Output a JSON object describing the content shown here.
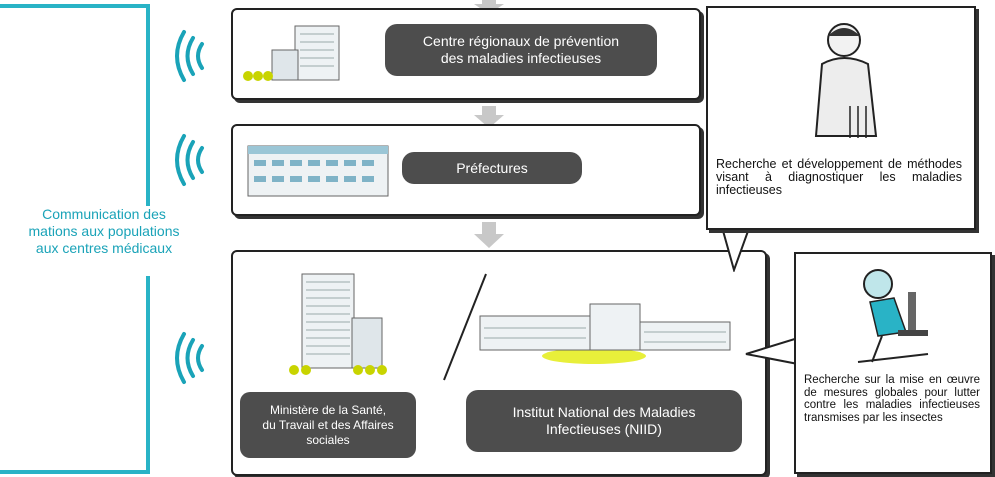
{
  "communication": {
    "line1": "Communication des",
    "line2": "mations aux populations",
    "line3": "aux centres médicaux"
  },
  "centre_regional": {
    "line1": "Centre régionaux de prévention",
    "line2": "des maladies infectieuses"
  },
  "prefectures": {
    "label": "Préfectures"
  },
  "ministere": {
    "line1": "Ministère de la Santé,",
    "line2": "du Travail et des Affaires",
    "line3": "sociales"
  },
  "niid": {
    "line1": "Institut National des Maladies",
    "line2": "Infectieuses (NIID)"
  },
  "research_diagnostic": {
    "text": "Recherche et développement de méthodes visant à diagnostiquer les maladies infectieuses"
  },
  "research_insects": {
    "text": "Recherche sur la mise en œuvre de mesures globales pour lutter contre les maladies infectieuses transmises par les insectes"
  },
  "colors": {
    "accent_teal": "#29b3c6",
    "pill_gray": "#4d4d4d",
    "arrow_gray": "#c8c8c8",
    "highlight_yellow": "#e8ef3a"
  },
  "icons": [
    "signal-waves-icon",
    "down-arrow-icon",
    "building-icon",
    "scientist-icon",
    "microscope-icon"
  ]
}
